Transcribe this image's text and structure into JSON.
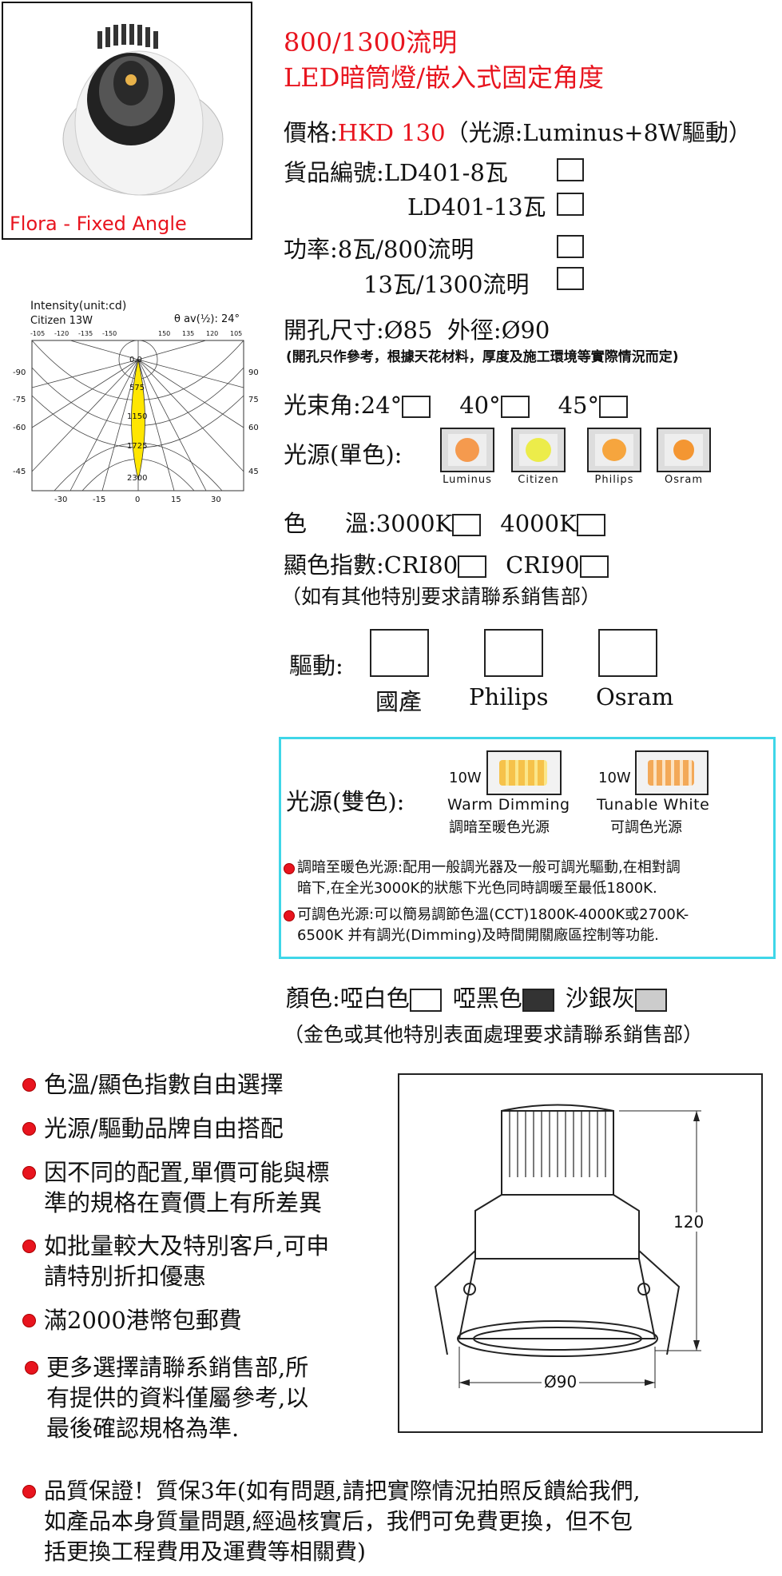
{
  "header": {
    "product_image_caption": "Flora - Fixed Angle",
    "title_line1": "800/1300流明",
    "title_line2": "LED暗筒燈/嵌入式固定角度"
  },
  "price": {
    "label": "價格:",
    "value": "HKD 130",
    "note": "（光源:Luminus+8W驅動）"
  },
  "model": {
    "label": "貨品編號:",
    "items": [
      "LD401-8瓦",
      "LD401-13瓦"
    ]
  },
  "power": {
    "label": "功率:",
    "items": [
      "8瓦/800流明",
      "13瓦/1300流明"
    ]
  },
  "cutout": {
    "label": "開孔尺寸:",
    "value": "Ø85",
    "outer_label": "外徑:",
    "outer_value": "Ø90",
    "note": "(開孔只作參考，根據天花材料，厚度及施工環境等實際情況而定)"
  },
  "polar": {
    "title": "Intensity(unit:cd)",
    "subtitle": "Citizen 13W",
    "angle_label": "θ av(½): 24°",
    "top_ticks_left": [
      "-105",
      "-120",
      "-135",
      "-150"
    ],
    "top_ticks_right": [
      "150",
      "135",
      "120",
      "105"
    ],
    "left_ticks": [
      "-90",
      "-75",
      "-60",
      "-45"
    ],
    "right_ticks": [
      "90",
      "75",
      "60",
      "45"
    ],
    "bottom_ticks": [
      "-30",
      "-15",
      "0",
      "15",
      "30"
    ],
    "radial_values": [
      "0.0",
      "575",
      "1150",
      "1725",
      "2300"
    ]
  },
  "beam": {
    "label": "光束角:",
    "options": [
      "24°",
      "40°",
      "45°"
    ]
  },
  "single_source": {
    "label": "光源(單色):",
    "brands": [
      "Luminus",
      "Citizen",
      "Philips",
      "Osram"
    ],
    "chip_colors": [
      "#f59a4e",
      "#ecec4a",
      "#f6a53e",
      "#f49632"
    ]
  },
  "color_temp": {
    "label1": "色",
    "label2": "溫:",
    "options": [
      "3000K",
      "4000K"
    ]
  },
  "cri": {
    "label": "顯色指數:",
    "options": [
      "CRI80",
      "CRI90"
    ]
  },
  "special_note": "（如有其他特別要求請聯系銷售部）",
  "driver": {
    "label": "驅動:",
    "options": [
      "國產",
      "Philips",
      "Osram"
    ]
  },
  "dual_source": {
    "label": "光源(雙色):",
    "items": [
      {
        "power": "10W",
        "en": "Warm Dimming",
        "zh": "調暗至暖色光源"
      },
      {
        "power": "10W",
        "en": "Tunable White",
        "zh": "可調色光源"
      }
    ],
    "notes": [
      [
        "調暗至暖色光源:配用一般調光器及一般可調光驅動,在相對調",
        "暗下,在全光3000K的狀態下光色同時調暖至最低1800K."
      ],
      [
        "可調色光源:可以簡易調節色溫(CCT)1800K-4000K或2700K-",
        "6500K 并有調光(Dimming)及時間開關廠區控制等功能."
      ]
    ],
    "border_color": "#3fd6e8"
  },
  "finish": {
    "label": "顏色:",
    "options": [
      {
        "name": "啞白色",
        "color": "#ffffff"
      },
      {
        "name": "啞黑色",
        "color": "#333333"
      },
      {
        "name": "沙銀灰",
        "color": "#cccccc"
      }
    ],
    "note": "（金色或其他特別表面處理要求請聯系銷售部）"
  },
  "bullets": [
    [
      "色溫/顯色指數自由選擇"
    ],
    [
      "光源/驅動品牌自由搭配"
    ],
    [
      "因不同的配置,單價可能與標",
      "準的規格在賣價上有所差異"
    ],
    [
      "如批量較大及特別客戶,可申",
      "請特別折扣優惠"
    ],
    [
      "滿2000港幣包郵費"
    ],
    [
      "更多選擇請聯系銷售部,所",
      "有提供的資料僅屬參考,以",
      "最後確認規格為準."
    ]
  ],
  "warranty": [
    "品質保證！質保3年(如有問題,請把實際情況拍照反饋給我們,",
    "如產品本身質量問題,經過核實后，我們可免費更換，但不包",
    "括更換工程費用及運費等相關費)"
  ],
  "dimension_drawing": {
    "height": "120",
    "diameter": "Ø90"
  },
  "accent_color": "#e8141e"
}
